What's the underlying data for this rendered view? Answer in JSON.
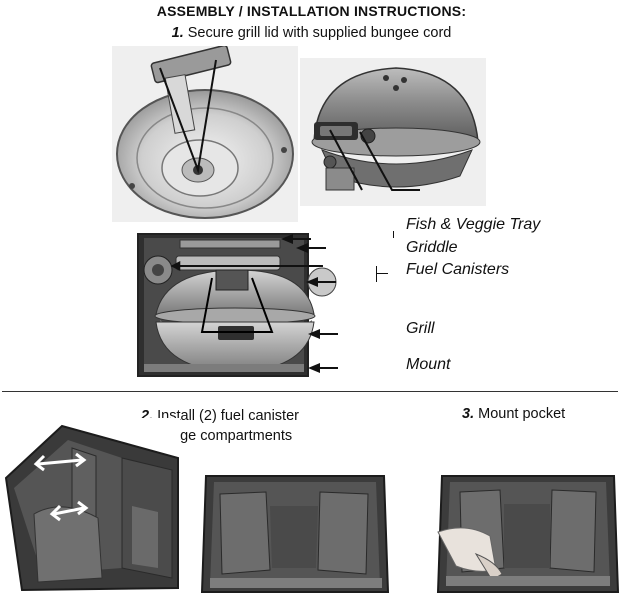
{
  "heading": "ASSEMBLY / INSTALLATION INSTRUCTIONS:",
  "step1": {
    "number": "1.",
    "text": "Secure grill lid with supplied bungee cord"
  },
  "labels": {
    "tray": "Fish & Veggie Tray",
    "griddle": "Griddle",
    "fuel": "Fuel Canisters",
    "grill": "Grill",
    "mount": "Mount"
  },
  "step2": {
    "number": "2.",
    "line1": "Install (2) fuel canister",
    "line2": "storage compartments"
  },
  "step3": {
    "number": "3.",
    "text": "Mount pocket"
  },
  "icons": [
    "grill-lid-illustration",
    "grill-closed-illustration",
    "bag-cross-section-illustration",
    "bag-photo-left",
    "bag-photo-center",
    "bag-photo-right",
    "arrow-icon"
  ]
}
